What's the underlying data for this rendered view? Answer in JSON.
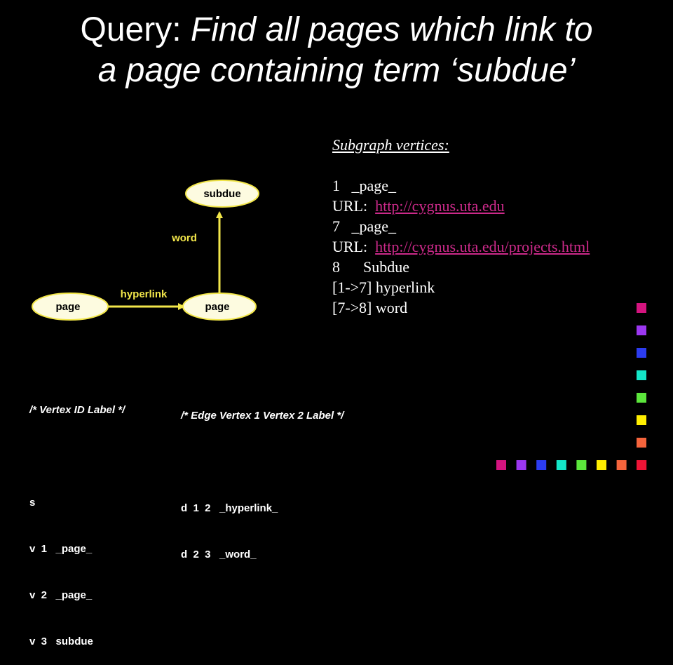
{
  "title": {
    "prefix": "Query:  ",
    "line1": "Find all pages which link to",
    "line2": "a page containing term ‘subdue’"
  },
  "graph": {
    "nodes": [
      {
        "id": "node-subdue",
        "label": "subdue"
      },
      {
        "id": "node-page-left",
        "label": "page"
      },
      {
        "id": "node-page-right",
        "label": "page"
      }
    ],
    "edges": [
      {
        "id": "edge-hyperlink",
        "label": "hyperlink"
      },
      {
        "id": "edge-word",
        "label": "word"
      }
    ]
  },
  "subgraph": {
    "heading": "Subgraph vertices:",
    "rows": [
      {
        "text": "1   _page_"
      },
      {
        "prefix": "URL:  ",
        "link": "http://cygnus.uta.edu"
      },
      {
        "text": "7   _page_"
      },
      {
        "prefix": "URL:  ",
        "link": "http://cygnus.uta.edu/projects.html"
      },
      {
        "text": "8      Subdue"
      },
      {
        "text": "[1->7] hyperlink"
      },
      {
        "text": "[7->8] word"
      }
    ]
  },
  "vertex_block": {
    "comment": "/* Vertex ID Label */",
    "lines": [
      "s",
      "v  1   _page_",
      "v  2   _page_",
      "v  3   subdue"
    ]
  },
  "edge_block": {
    "comment": "/* Edge Vertex 1 Vertex 2 Label */",
    "lines": [
      "d  1  2   _hyperlink_",
      "d  2  3   _word_"
    ]
  },
  "colors": {
    "accent_line": "#f2e64a",
    "link": "#cc2a8a",
    "palette": [
      "#d4147f",
      "#9b37f0",
      "#2c3cf0",
      "#14e6c8",
      "#5ce63c",
      "#ffee00",
      "#f5643c",
      "#ee1436"
    ]
  }
}
